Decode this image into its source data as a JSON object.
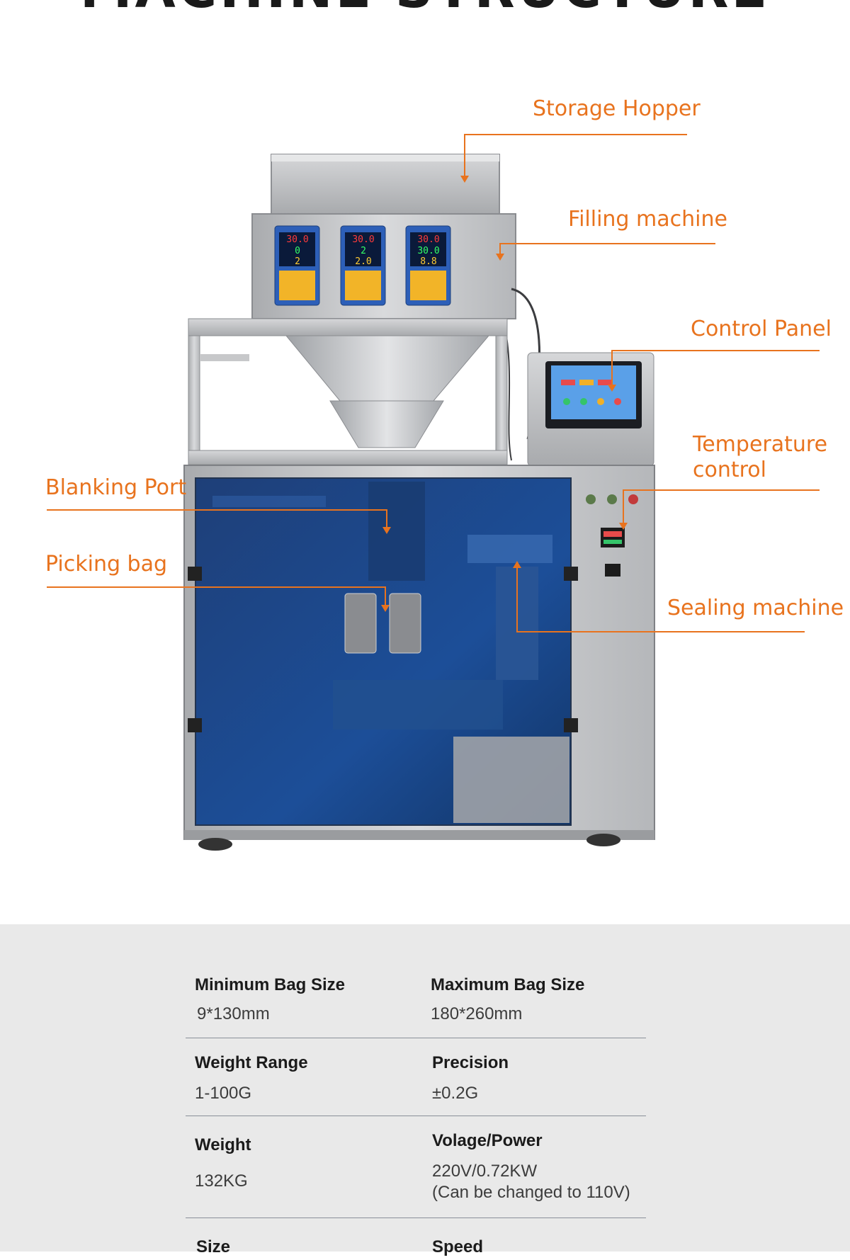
{
  "page": {
    "heading": "MACHINE STRUCTURE",
    "accent_color": "#e8731e",
    "panel_color": "#e9e9e9"
  },
  "machine_image": {
    "description_icon": "packaging-machine-illustration"
  },
  "callouts": [
    {
      "id": "storage-hopper",
      "label": "Storage Hopper"
    },
    {
      "id": "filling-machine",
      "label": "Filling machine"
    },
    {
      "id": "control-panel",
      "label": "Control Panel"
    },
    {
      "id": "temperature-control",
      "label": "Temperature control"
    },
    {
      "id": "blanking-port",
      "label": "Blanking Port"
    },
    {
      "id": "picking-bag",
      "label": "Picking bag"
    },
    {
      "id": "sealing-machine",
      "label": "Sealing machine"
    }
  ],
  "specs": [
    {
      "left_label": "Minimum Bag Size",
      "left_value": "9*130mm",
      "right_label": "Maximum Bag Size",
      "right_value": "180*260mm"
    },
    {
      "left_label": "Weight Range",
      "left_value": "1-100G",
      "right_label": "Precision",
      "right_value": "±0.2G"
    },
    {
      "left_label": "Weight",
      "left_value": "132KG",
      "right_label": "Volage/Power",
      "right_value": "220V/0.72KW",
      "right_value_2": "(Can be changed to 110V)"
    },
    {
      "left_label": "Size",
      "left_value": "",
      "right_label": "Speed",
      "right_value": ""
    }
  ]
}
